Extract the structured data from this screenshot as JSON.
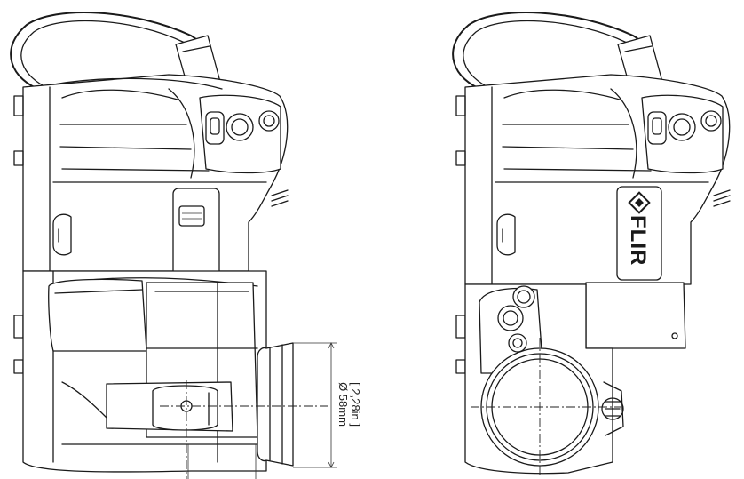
{
  "dimension": {
    "imperial": "[ 2,28in ]",
    "metric": "Ø 58mm"
  },
  "brand": {
    "logo_text": "FLIR"
  }
}
